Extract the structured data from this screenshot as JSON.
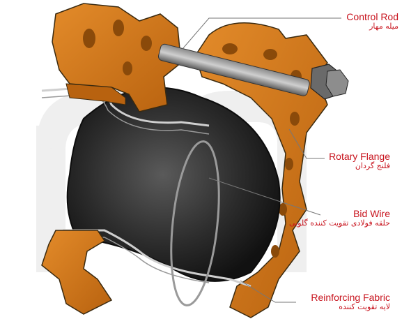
{
  "callouts": [
    {
      "id": "control-rod",
      "en": "Control Rod",
      "fa": "میله مهار"
    },
    {
      "id": "rotary-flange",
      "en": "Rotary Flange",
      "fa": "فلنج گردان"
    },
    {
      "id": "bid-wire",
      "en": "Bid Wire",
      "fa": "حلقه فولادی تقویت کننده گلویی"
    },
    {
      "id": "reinforcing-fabric",
      "en": "Reinforcing Fabric",
      "fa": "لایه تقویت کننده"
    }
  ],
  "colors": {
    "label": "#c8141e",
    "flange": "#d47a1e",
    "flange_shadow": "#a85a10",
    "rubber": "#2a2a2a",
    "watermark": "#efefef"
  },
  "icons": [
    "expansion-joint-illustration"
  ]
}
